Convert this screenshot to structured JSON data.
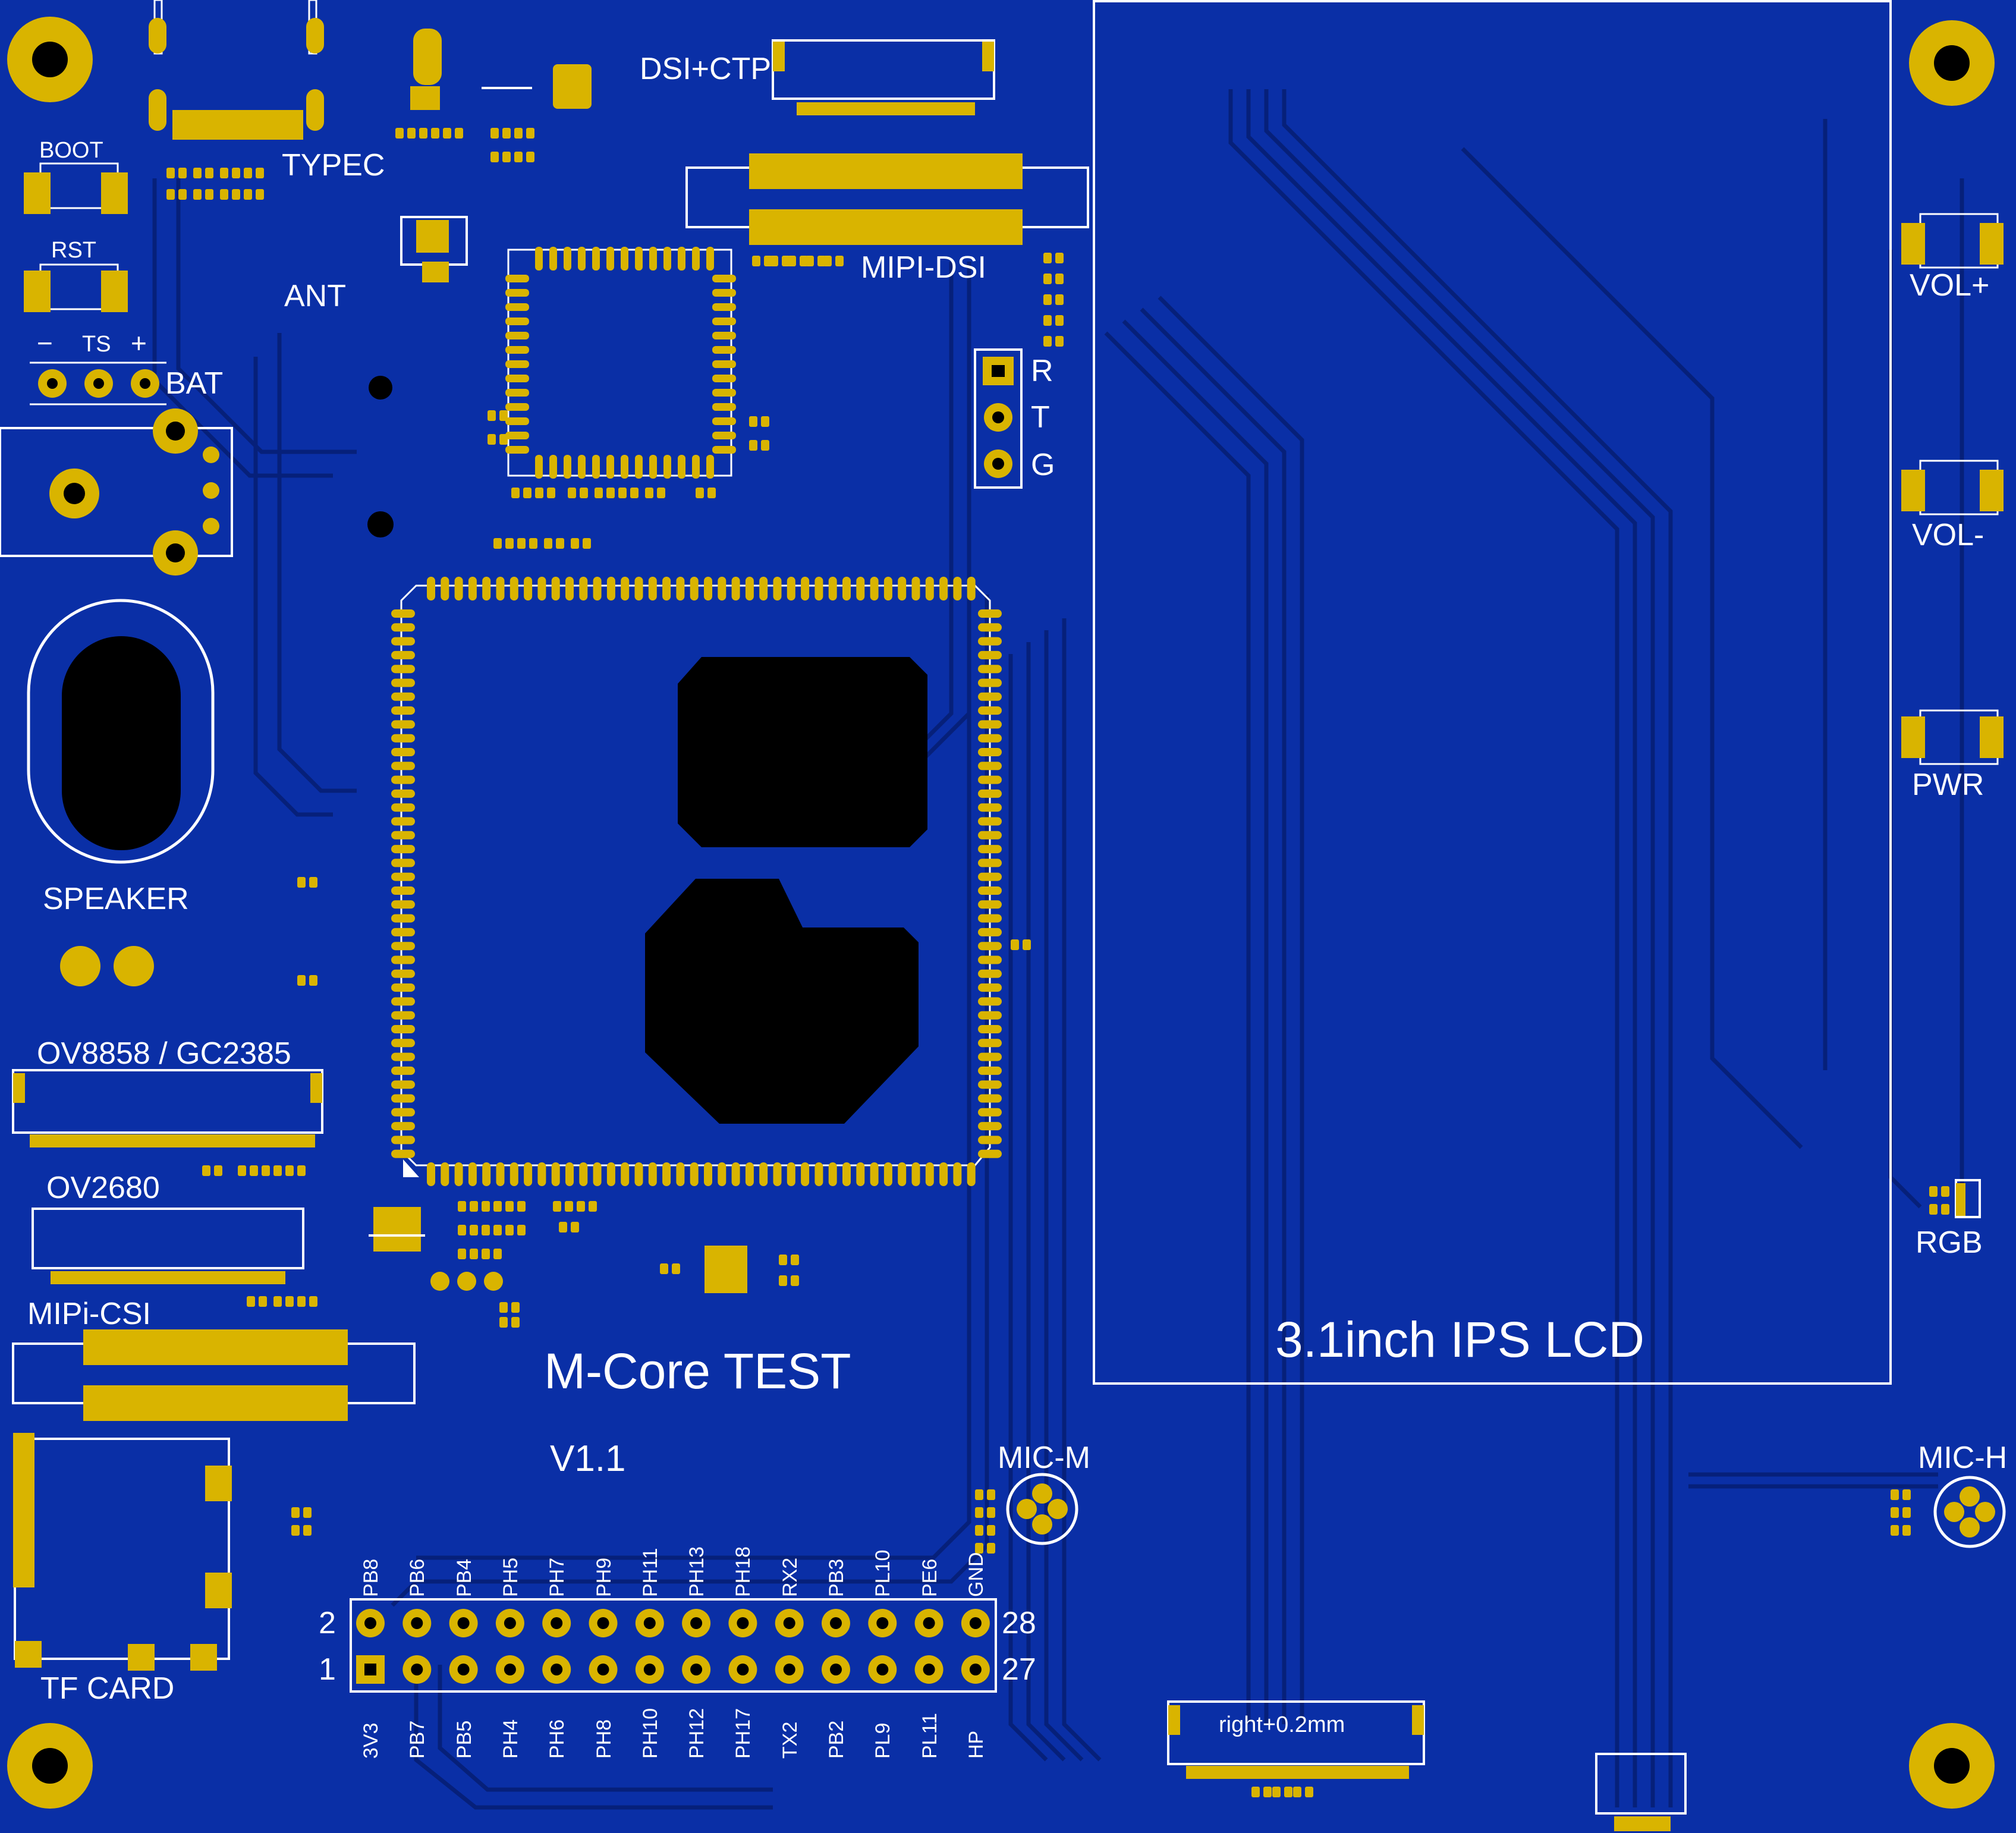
{
  "board": {
    "title": "M-Core TEST",
    "version": "V1.1",
    "colors": {
      "board": "#0a2fa6",
      "copper": "#d9b400",
      "silk": "#ffffff",
      "trace_dark": "#06207a",
      "void": "#000000"
    }
  },
  "labels": {
    "boot": "BOOT",
    "rst": "RST",
    "ts": "TS",
    "minus": "−",
    "plus": "+",
    "bat": "BAT",
    "typec": "TYPEC",
    "ant": "ANT",
    "dsi_ctp": "DSI+CTP",
    "mipi_dsi": "MIPI-DSI",
    "speaker": "SPEAKER",
    "ov8858": "OV8858 / GC2385",
    "ov2680": "OV2680",
    "mipi_csi": "MIPi-CSI",
    "tf_card": "TF CARD",
    "uart_r": "R",
    "uart_t": "T",
    "uart_g": "G",
    "vol_plus": "VOL+",
    "vol_minus": "VOL-",
    "pwr": "PWR",
    "rgb": "RGB",
    "lcd": "3.1inch IPS LCD",
    "mic_m": "MIC-M",
    "mic_h": "MIC-H",
    "fpc_note": "right+0.2mm"
  },
  "header": {
    "pin_2": "2",
    "pin_1": "1",
    "pin_28": "28",
    "pin_27": "27",
    "top_row": [
      "PB8",
      "PB6",
      "PB4",
      "PH5",
      "PH7",
      "PH9",
      "PH11",
      "PH13",
      "PH18",
      "RX2",
      "PB3",
      "PL10",
      "PE6",
      "GND"
    ],
    "bottom_row": [
      "3V3",
      "PB7",
      "PB5",
      "PH4",
      "PH6",
      "PH8",
      "PH10",
      "PH12",
      "PH17",
      "TX2",
      "PB2",
      "PL9",
      "PL11",
      "HP"
    ]
  }
}
